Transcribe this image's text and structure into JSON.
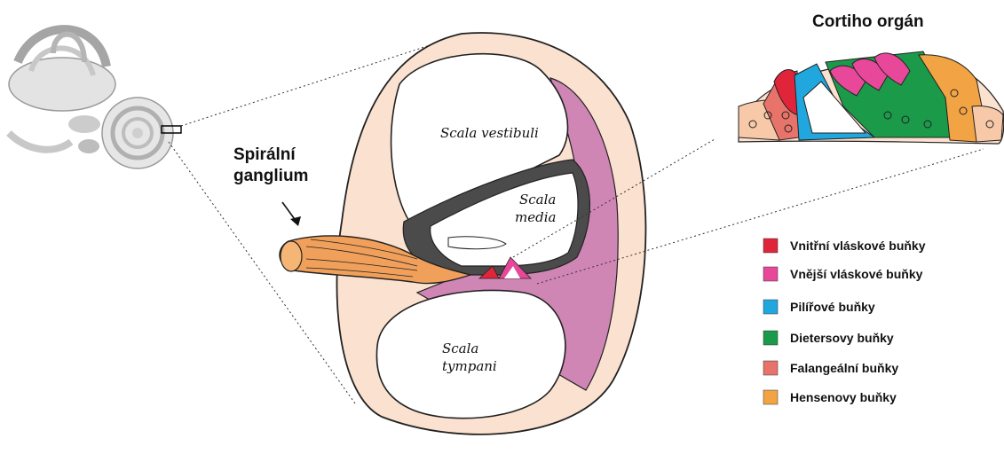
{
  "title": "Cortiho orgán",
  "ganglion_label": [
    "Spirální",
    "ganglium"
  ],
  "chambers": {
    "vestibuli": "Scala vestibuli",
    "media": [
      "Scala",
      "media"
    ],
    "tympani": [
      "Scala",
      "tympani"
    ]
  },
  "legend": [
    {
      "label": "Vnitřní vláskové buňky",
      "color": "#e0253a"
    },
    {
      "label": "Vnější vláskové buňky",
      "color": "#e8489a"
    },
    {
      "label": "Pilířové buňky",
      "color": "#20a8de"
    },
    {
      "label": "Dietersovy buňky",
      "color": "#1b9a4a"
    },
    {
      "label": "Falangeální buňky",
      "color": "#e8736a"
    },
    {
      "label": "Hensenovy buňky",
      "color": "#f2a444"
    }
  ],
  "colors": {
    "bone": "#fbe1cf",
    "membrane": "#cf86b4",
    "dark_wall": "#4b4b4b",
    "ganglion": "#f0a05a"
  }
}
